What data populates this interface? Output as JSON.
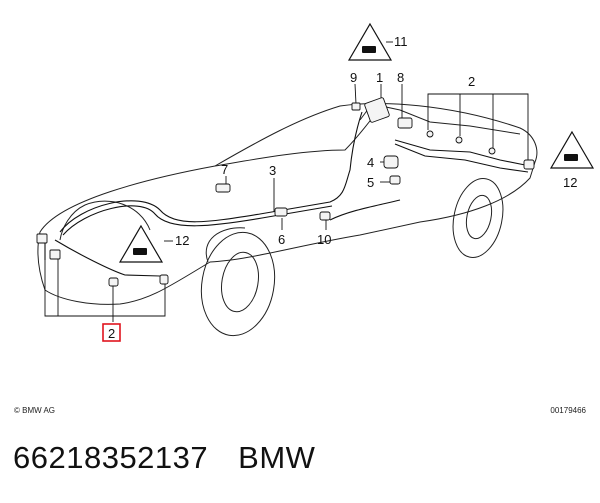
{
  "diagram": {
    "callouts": [
      "1",
      "2",
      "3",
      "4",
      "5",
      "6",
      "7",
      "8",
      "9",
      "10",
      "11",
      "12"
    ],
    "highlighted_callout": "2",
    "highlight_color": "#e0141e",
    "line_color": "#111111"
  },
  "footer": {
    "copyright": "© BMW AG",
    "code": "00179466"
  },
  "bottom": {
    "part_number": "66218352137",
    "brand": "BMW"
  }
}
